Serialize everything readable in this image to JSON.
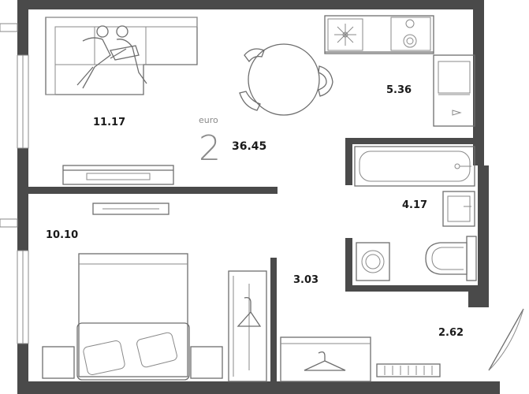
{
  "plan": {
    "class_label": "euro",
    "room_count": "2",
    "total_area": "36.45",
    "rooms": [
      {
        "id": "living",
        "area": "11.17"
      },
      {
        "id": "kitchen",
        "area": "5.36"
      },
      {
        "id": "bathroom",
        "area": "4.17"
      },
      {
        "id": "bedroom",
        "area": "10.10"
      },
      {
        "id": "hall",
        "area": "3.03"
      },
      {
        "id": "entrance",
        "area": "2.62"
      }
    ]
  },
  "colors": {
    "wall": "#4a4a4a",
    "furniture_stroke": "#6e6e6e",
    "muted_text": "#8a8a8a",
    "text": "#1a1a1a"
  }
}
